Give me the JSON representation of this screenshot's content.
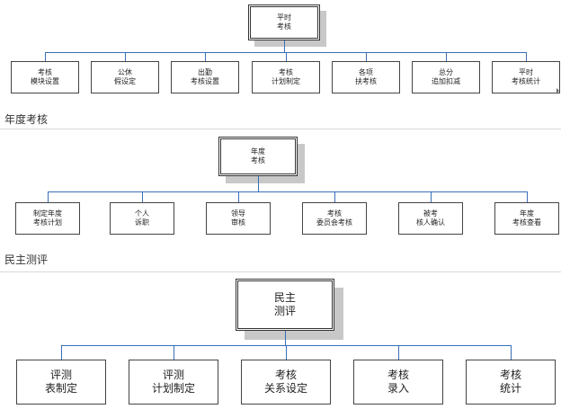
{
  "sections": [
    {
      "id": "pingshi",
      "heading": "",
      "root": [
        "平时",
        "考核"
      ],
      "children": [
        [
          "考核",
          "模块设置"
        ],
        [
          "公休",
          "假设定"
        ],
        [
          "出勤",
          "考核设置"
        ],
        [
          "考核",
          "计划制定"
        ],
        [
          "各项",
          "扶考核"
        ],
        [
          "总分",
          "追加扣减"
        ],
        [
          "平时",
          "考核统计"
        ]
      ]
    },
    {
      "id": "niandu",
      "heading": "年度考核",
      "root": [
        "年度",
        "考核"
      ],
      "children": [
        [
          "制定年度",
          "考核计划"
        ],
        [
          "个人",
          "诉职"
        ],
        [
          "领导",
          "审核"
        ],
        [
          "考核",
          "委员会考核"
        ],
        [
          "被考",
          "核人确认"
        ],
        [
          "年度",
          "考核查看"
        ]
      ]
    },
    {
      "id": "minzhu",
      "heading": "民主测评",
      "root": [
        "民主",
        "测评"
      ],
      "children": [
        [
          "评测",
          "表制定"
        ],
        [
          "评测",
          "计划制定"
        ],
        [
          "考核",
          "关系设定"
        ],
        [
          "考核",
          "录入"
        ],
        [
          "考核",
          "统计"
        ]
      ]
    }
  ],
  "colors": {
    "connector": "#3a6fb8",
    "border": "#444444",
    "shadow": "#c8c8c8"
  }
}
